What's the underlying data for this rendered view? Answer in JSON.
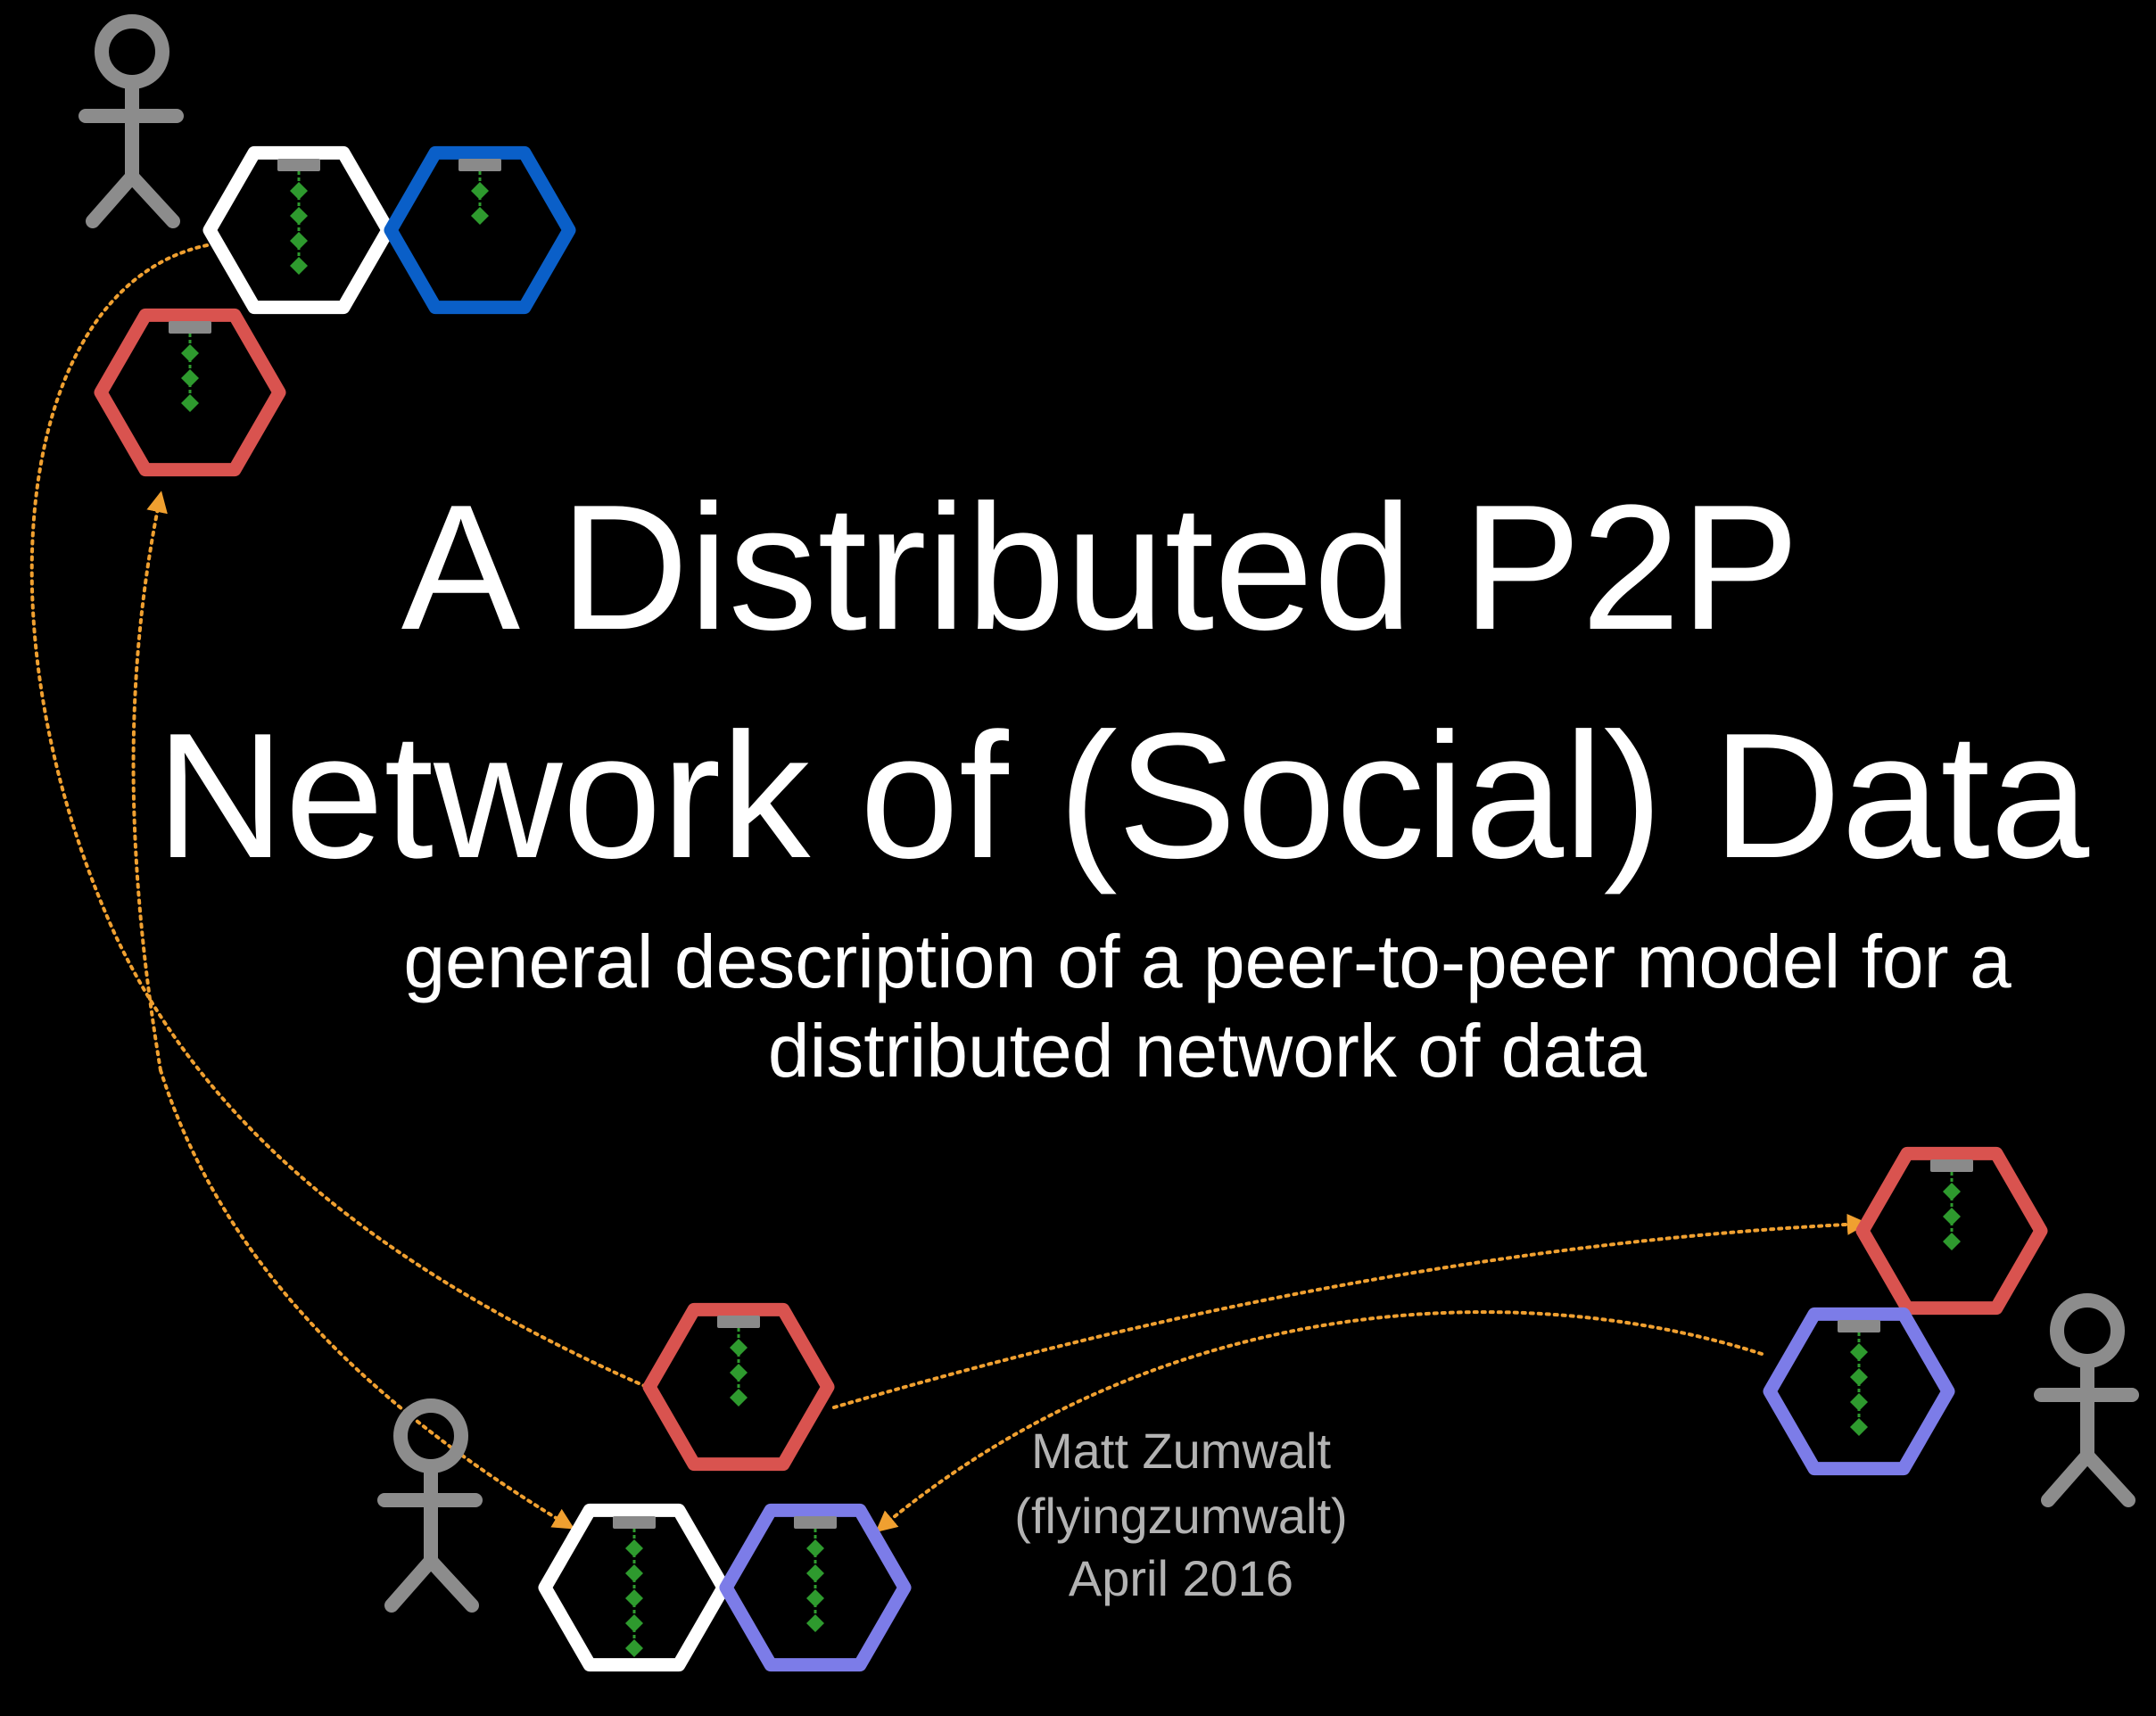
{
  "slide": {
    "title_line_1": "A Distributed P2P",
    "title_line_2": "Network of (Social) Data",
    "subtitle_line_1": "general description of a peer-to-peer model for a",
    "subtitle_line_2": "distributed network of data"
  },
  "credits": {
    "author": "Matt Zumwalt",
    "handle": "(flyingzumwalt)",
    "date": "April 2016"
  },
  "colors": {
    "background": "#000000",
    "text": "#ffffff",
    "credit_text": "#b3b3b3",
    "node_white": "#ffffff",
    "node_blue": "#0a5fc8",
    "node_red": "#d9534f",
    "node_purple": "#7c7ce8",
    "figure": "#8c8c8c",
    "link_arrow": "#f0a030",
    "chain_link": "#2e9a2e",
    "chain_head": "#8a8a8a"
  },
  "icons": {
    "person": "stick-figure-icon",
    "node": "hexagon-node-icon",
    "chain": "hash-chain-icon"
  }
}
